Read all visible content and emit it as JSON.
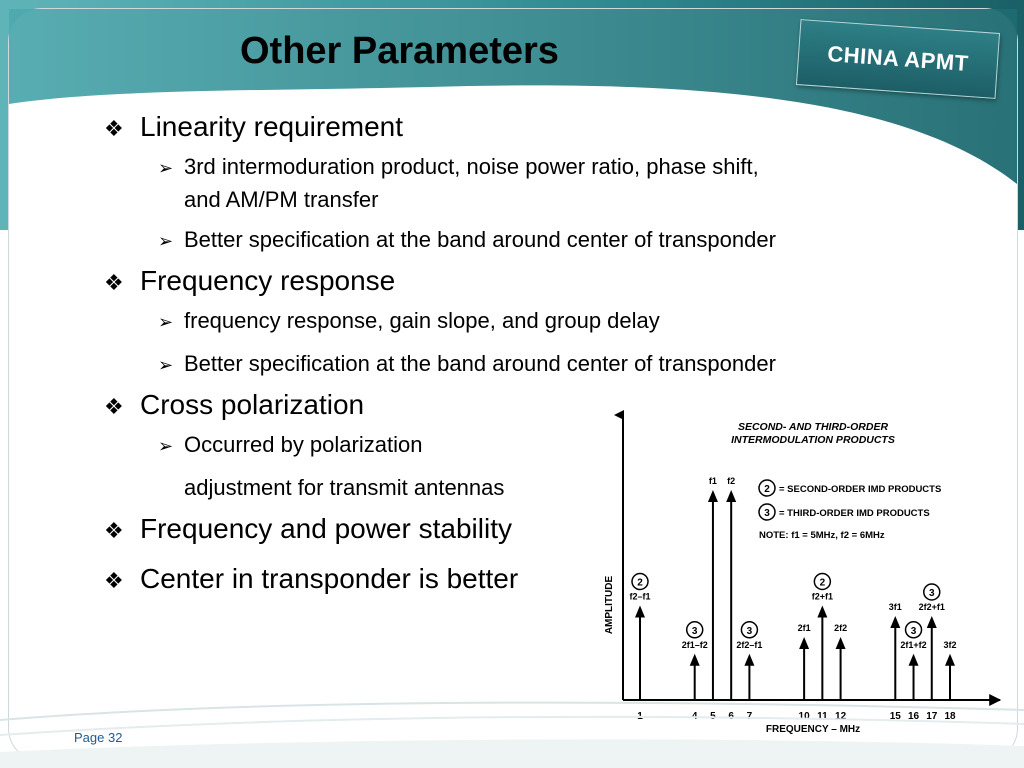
{
  "slide": {
    "title": "Other Parameters",
    "logo_text": "CHINA APMT",
    "page_label": "Page 32",
    "colors": {
      "teal": "#1f6f76",
      "teal_light": "#3c9aa0",
      "page_blue": "#1f5a93"
    }
  },
  "bullets": [
    {
      "text": "Linearity requirement",
      "children": [
        {
          "text": "3rd intermoduration product, noise power ratio, phase shift,"
        },
        {
          "text": "and AM/PM transfer",
          "continuation": true
        },
        {
          "text": "Better specification at the band around center of transponder"
        }
      ]
    },
    {
      "text": "Frequency response",
      "children": [
        {
          "text": "frequency response, gain slope, and group delay"
        },
        {
          "text": "Better specification at the band around center of transponder"
        }
      ]
    },
    {
      "text": "Cross polarization",
      "children": [
        {
          "text": "Occurred by polarization"
        },
        {
          "text": "adjustment for transmit antennas",
          "continuation": true
        }
      ]
    },
    {
      "text": "Frequency and power stability",
      "children": []
    },
    {
      "text": "Center in transponder is better",
      "children": []
    }
  ],
  "diagram": {
    "title_line1": "SECOND- AND THIRD-ORDER",
    "title_line2": "INTERMODULATION PRODUCTS",
    "legend": [
      {
        "symbol": "2",
        "text": "= SECOND-ORDER IMD PRODUCTS"
      },
      {
        "symbol": "3",
        "text": "= THIRD-ORDER IMD PRODUCTS"
      }
    ],
    "note": "NOTE: f1 = 5MHz, f2 = 6MHz",
    "y_axis_label": "AMPLITUDE",
    "x_axis_label": "FREQUENCY – MHz",
    "ticks": [
      "1",
      "4",
      "5",
      "6",
      "7",
      "10",
      "11",
      "12",
      "15",
      "16",
      "17",
      "18"
    ],
    "arrows": [
      {
        "freq": 1,
        "label": "f2–f1",
        "order": "2",
        "level": 0.45
      },
      {
        "freq": 4,
        "label": "2f1–f2",
        "order": "3",
        "level": 0.22
      },
      {
        "freq": 5,
        "label": "f1",
        "order": "",
        "level": 1.0
      },
      {
        "freq": 6,
        "label": "f2",
        "order": "",
        "level": 1.0
      },
      {
        "freq": 7,
        "label": "2f2–f1",
        "order": "3",
        "level": 0.22
      },
      {
        "freq": 10,
        "label": "2f1",
        "order": "",
        "level": 0.3
      },
      {
        "freq": 11,
        "label": "f2+f1",
        "order": "2",
        "level": 0.45
      },
      {
        "freq": 12,
        "label": "2f2",
        "order": "",
        "level": 0.3
      },
      {
        "freq": 15,
        "label": "3f1",
        "order": "",
        "level": 0.4
      },
      {
        "freq": 16,
        "label": "2f1+f2",
        "order": "3",
        "level": 0.22
      },
      {
        "freq": 17,
        "label": "2f2+f1",
        "order": "3",
        "level": 0.4
      },
      {
        "freq": 18,
        "label": "3f2",
        "order": "",
        "level": 0.22
      }
    ]
  }
}
